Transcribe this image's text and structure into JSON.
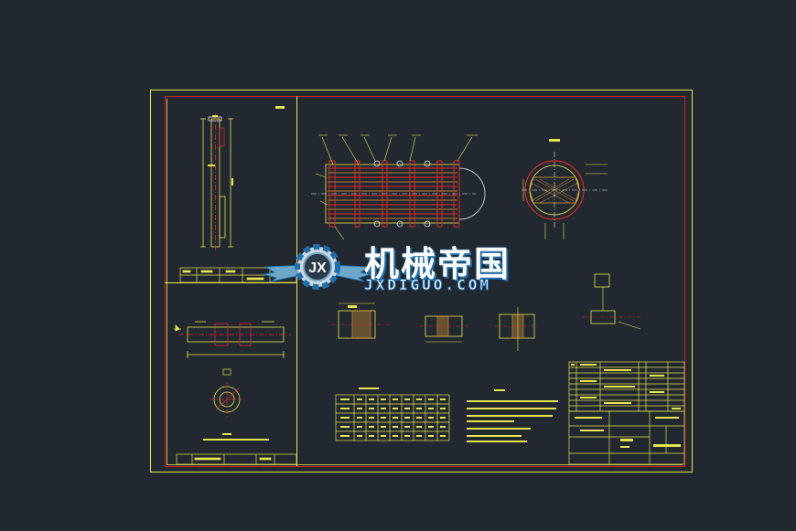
{
  "colors": {
    "background": "#212830",
    "frame_outer": "#e8e64a",
    "frame_inner": "#d42020",
    "line_yellow": "#e8e64a",
    "line_red": "#e02a2a",
    "line_white": "#e8e8e8",
    "line_cyan": "#4ad0e0",
    "hatch_orange": "#e89a30",
    "watermark_blue": "#1c6fb0",
    "watermark_steel": "#6ea8c8"
  },
  "watermark": {
    "title": "机械帝国",
    "domain": "JXDIGUO.COM",
    "logo_letters": "JX"
  }
}
